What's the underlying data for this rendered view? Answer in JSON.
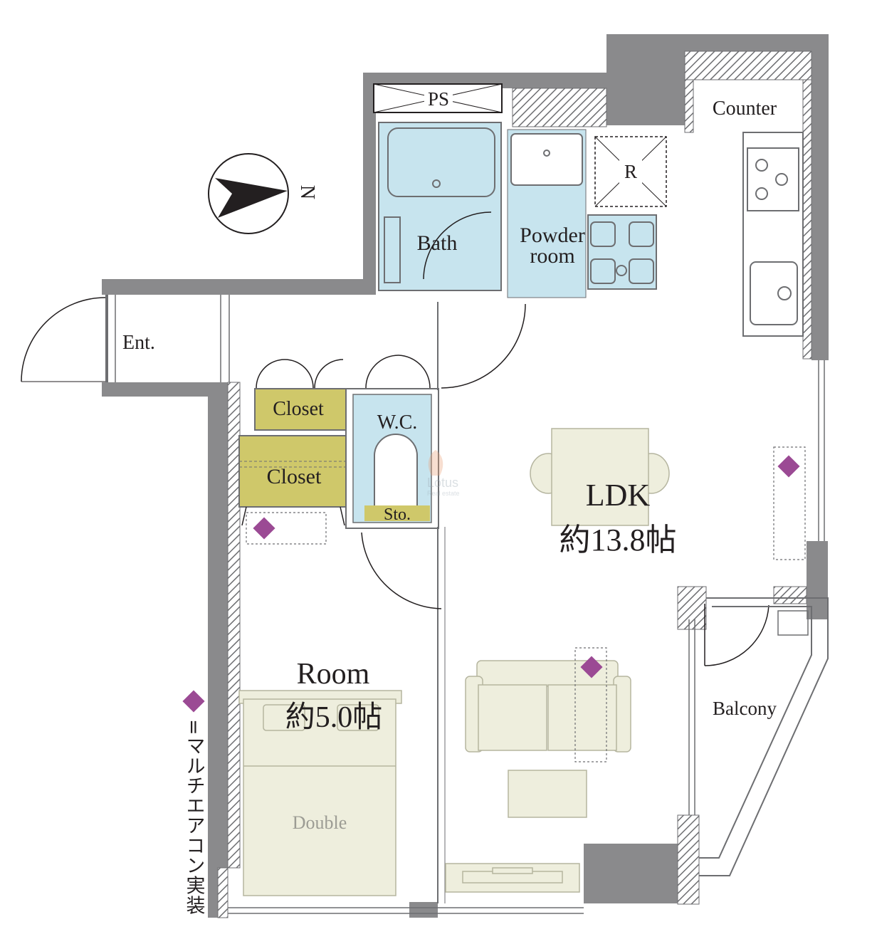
{
  "compass": {
    "north_label": "N"
  },
  "rooms": {
    "ps": "PS",
    "counter": "Counter",
    "refrigerator": "R",
    "bath": "Bath",
    "powder_line1": "Powder",
    "powder_line2": "room",
    "entrance": "Ent.",
    "closet_upper": "Closet",
    "closet_lower": "Closet",
    "wc": "W.C.",
    "storage": "Sto.",
    "ldk_name": "LDK",
    "ldk_size": "約13.8帖",
    "room_name": "Room",
    "room_size": "約5.0帖",
    "bed": "Double",
    "balcony": "Balcony"
  },
  "watermark": {
    "brand": "Lotus",
    "sub": "Real estate"
  },
  "legend": {
    "text": "=マルチエアコン実装"
  },
  "colors": {
    "wall": "#8a8a8c",
    "hatch": "#6d6e71",
    "wet_area": "#c7e4ee",
    "closet": "#cfc86a",
    "furniture": "#eeeedd",
    "aircon_marker": "#9b4a94"
  }
}
